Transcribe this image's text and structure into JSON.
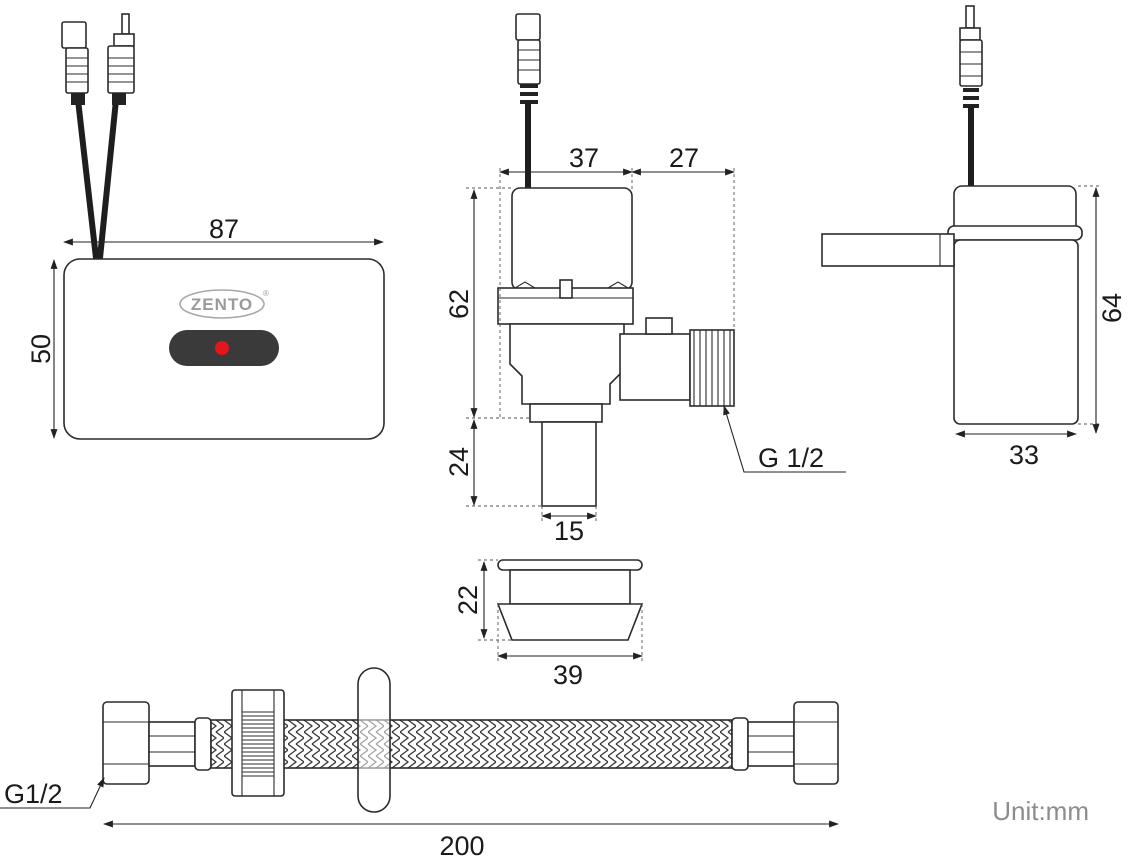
{
  "brand": {
    "logo_text": "ZENTO",
    "registered_mark": "®"
  },
  "dimensions": {
    "sensor_width": "87",
    "sensor_height": "50",
    "valve_body_width": "37",
    "valve_outlet_length": "27",
    "valve_height": "62",
    "valve_stem_length": "24",
    "valve_stem_diameter": "15",
    "valve_thread": "G 1/2",
    "cap_height": "22",
    "cap_diameter": "39",
    "side_height": "64",
    "side_width": "33",
    "hose_thread": "G1/2",
    "hose_length": "200"
  },
  "unit_label": "Unit:mm",
  "colors": {
    "line": "#2b2b2b",
    "cable": "#1e1e1e",
    "led": "#e3161b",
    "sensor_window": "#3a3a3a",
    "unit_text": "#8c8c8c"
  }
}
